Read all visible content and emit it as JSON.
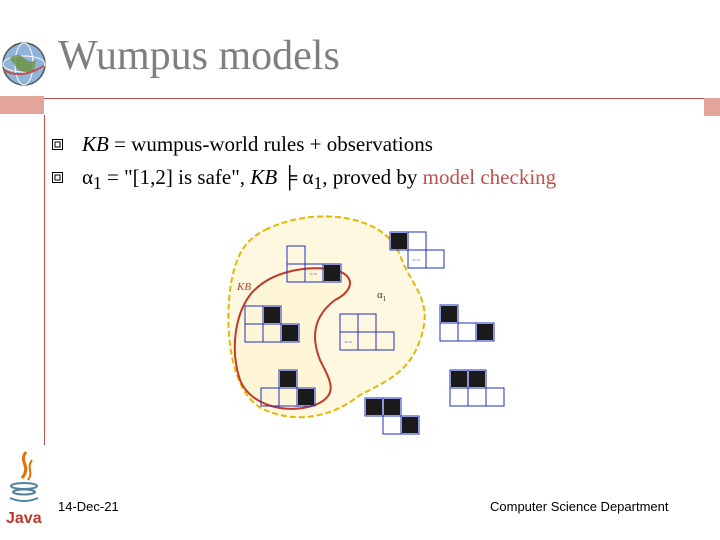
{
  "slide": {
    "title": "Wumpus models",
    "bullets": [
      {
        "kb": "KB",
        "rest": " = wumpus-world rules + observations"
      },
      {
        "alpha": "α",
        "sub": "1",
        "mid": " = \"[1,2] is safe\", ",
        "kb": "KB",
        "entails": " ╞ α",
        "sub2": "1",
        "comma": ", proved by ",
        "highlight": "model checking"
      }
    ],
    "diagram": {
      "kb_label": "KB",
      "alpha_label": "α",
      "alpha_sub": "1"
    },
    "footer_date": "14-Dec-21",
    "footer_dept": "Computer Science Department"
  },
  "colors": {
    "accent": "#c0504d",
    "title": "#7f7f7f",
    "kb_boundary": "#c0392b",
    "alpha_boundary": "#e6b800",
    "alpha_fill": "#fff8e0",
    "grid_line": "#1f2fbf",
    "pit": "#1a1a1a"
  },
  "icons": [
    "globe-logo-icon",
    "bullet-square-icon",
    "java-logo-icon"
  ]
}
